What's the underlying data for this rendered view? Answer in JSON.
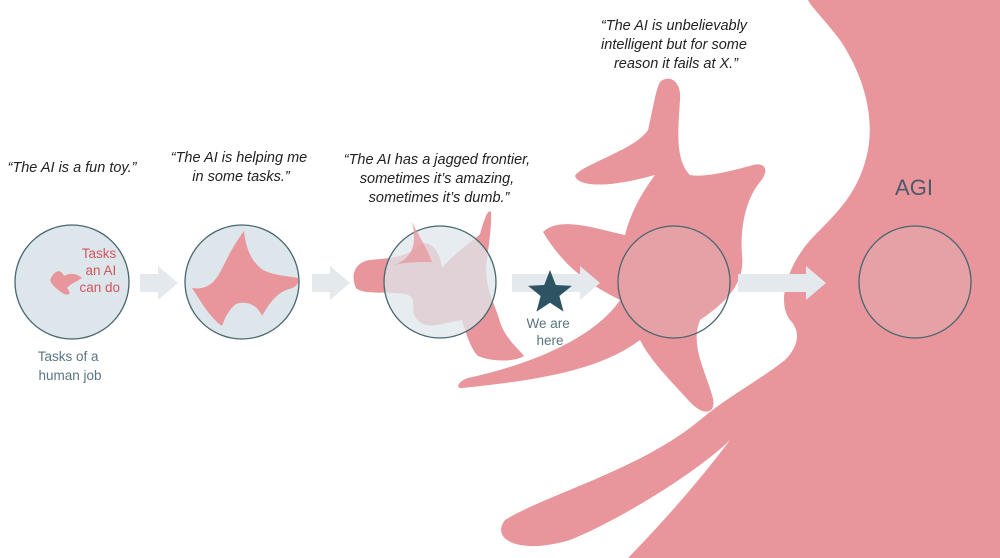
{
  "stages": [
    {
      "quote": [
        "“The AI is a fun toy.”"
      ]
    },
    {
      "quote": [
        "“The AI is helping me",
        "in some tasks.”"
      ]
    },
    {
      "quote": [
        "“The AI has a jagged frontier,",
        "sometimes it’s amazing,",
        "sometimes it’s dumb.”"
      ]
    },
    {
      "quote": [
        "“The AI is unbelievably",
        "intelligent but for some",
        "reason it fails at X.”"
      ]
    }
  ],
  "labels": {
    "ai_tasks": [
      "Tasks",
      "an AI",
      "can do"
    ],
    "human_tasks": [
      "Tasks of a",
      "human job"
    ],
    "we_are_here": [
      "We are",
      "here"
    ],
    "agi": "AGI"
  },
  "colors": {
    "blob": "#e8969c",
    "circle_fill": "#dde6ea",
    "circle_stroke": "#47666f",
    "arrow": "#e3e9ec",
    "ai_text": "#d2555e",
    "human_text": "#5a7480",
    "star": "#2e5464",
    "agi_text": "#4a5a6b"
  },
  "icons": {
    "we_are_here": "star-icon"
  }
}
